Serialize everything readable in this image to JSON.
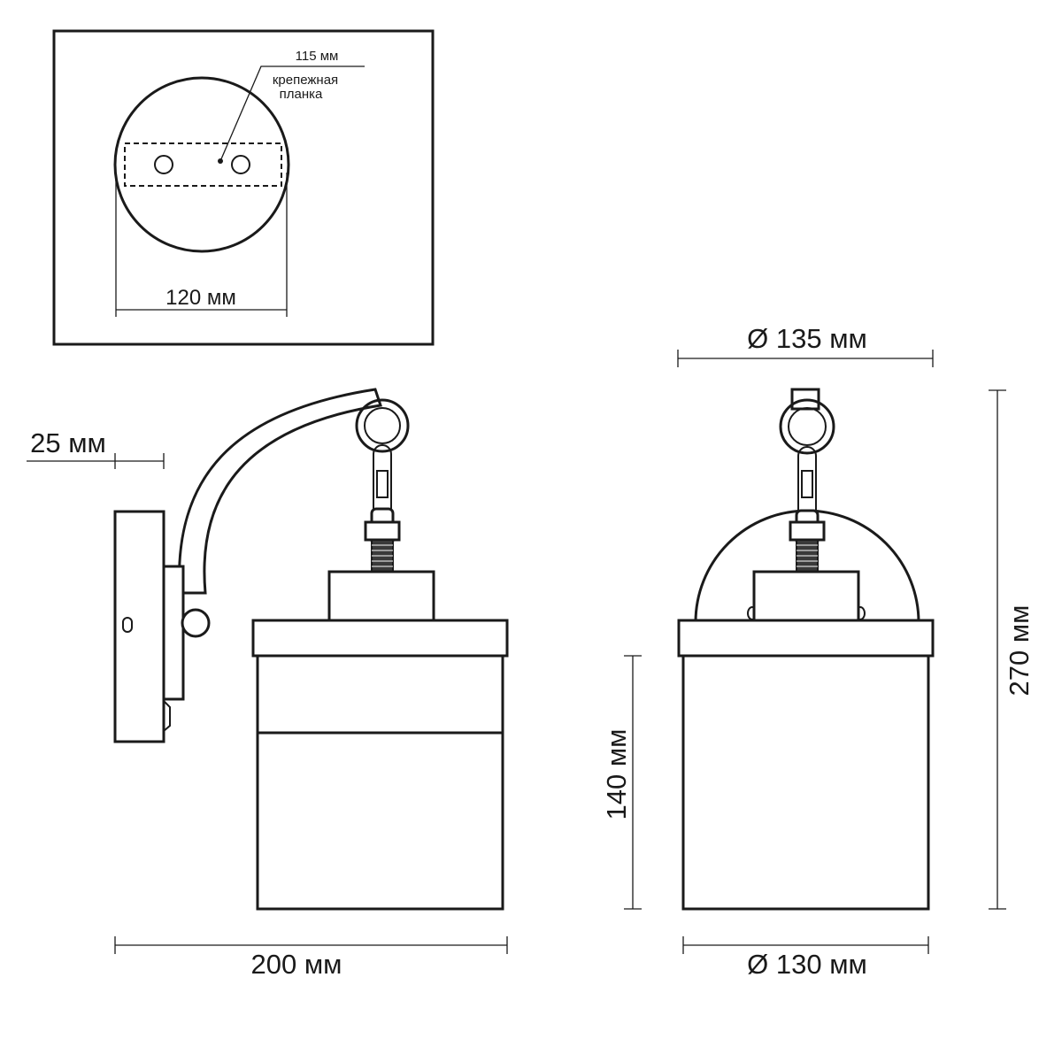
{
  "mount_view": {
    "plate_label_line1": "крепежная",
    "plate_label_line2": "планка",
    "plate_width": "115 мм",
    "canopy_diameter": "120 мм"
  },
  "side_view": {
    "wall_offset": "25 мм",
    "total_width": "200 мм"
  },
  "front_view": {
    "top_diameter": "Ø 135 мм",
    "bottom_diameter": "Ø 130 мм",
    "shade_height": "140 мм",
    "total_height": "270 мм"
  }
}
